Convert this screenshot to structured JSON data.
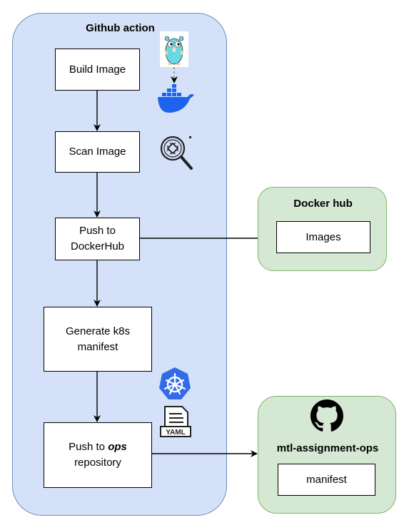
{
  "groups": {
    "github_action": {
      "title": "Github action"
    },
    "docker_hub": {
      "title": "Docker hub",
      "item": "Images"
    },
    "ops_repo": {
      "title": "mtl-assignment-ops",
      "item": "manifest"
    }
  },
  "steps": {
    "build": "Build Image",
    "scan": "Scan Image",
    "push_line1": "Push to",
    "push_line2": "DockerHub",
    "generate_line1": "Generate k8s",
    "generate_line2": "manifest",
    "push_ops_prefix": "Push to",
    "push_ops_emphasis": "ops",
    "push_ops_line2": "repository"
  },
  "icons": {
    "gopher": "go-gopher-icon",
    "docker": "docker-whale-icon",
    "scan": "magnifier-scan-icon",
    "kubernetes": "kubernetes-icon",
    "yaml": "yaml-file-icon",
    "yaml_label": "YAML",
    "github": "github-icon"
  },
  "colors": {
    "blue_fill": "#d5e1f8",
    "blue_stroke": "#6c8ebf",
    "green_fill": "#d5e8d4",
    "green_stroke": "#82b366",
    "docker_blue": "#1d63ed",
    "k8s_blue": "#326ce5",
    "gopher_cyan": "#6ad7e5"
  }
}
